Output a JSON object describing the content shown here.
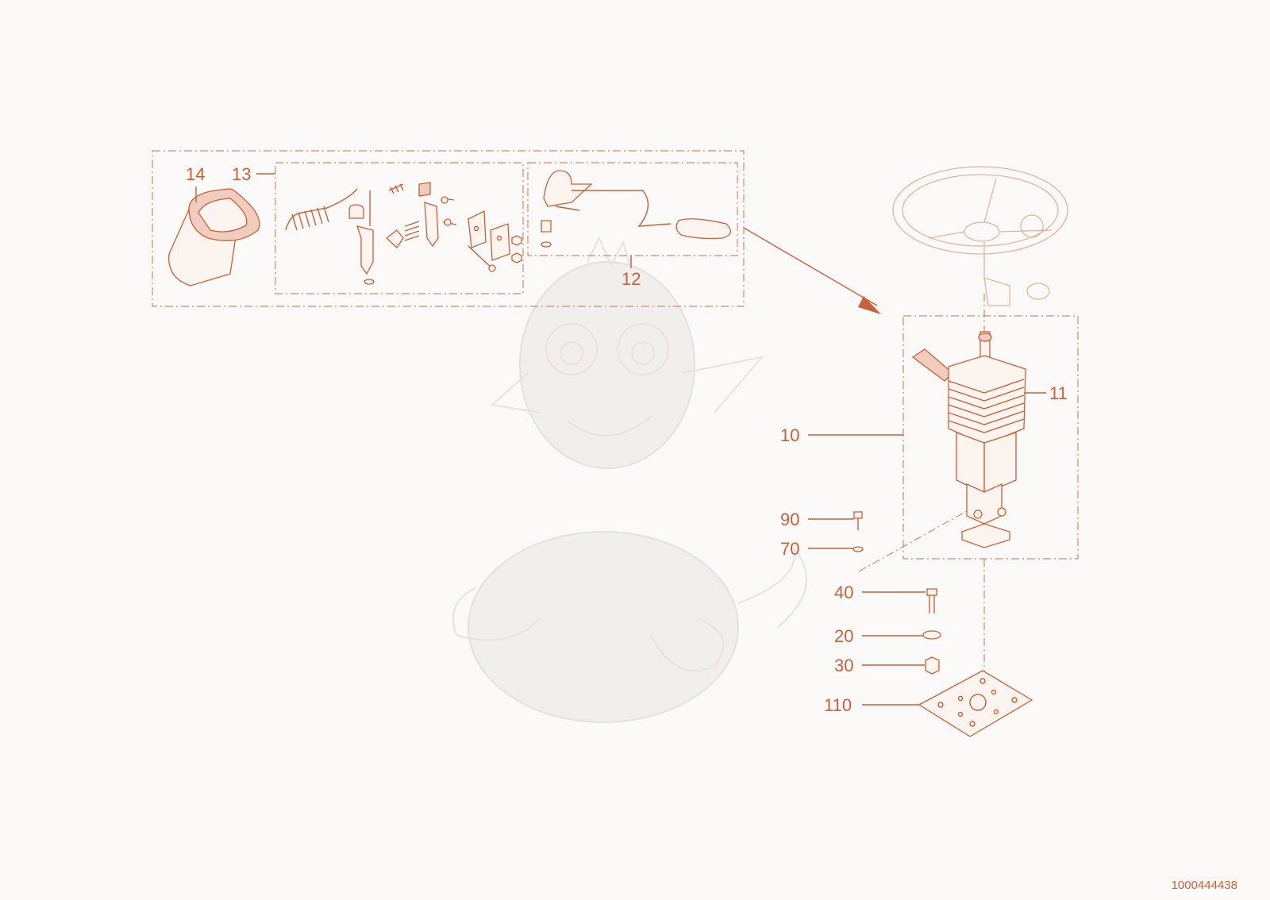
{
  "callouts": {
    "c14": "14",
    "c13": "13",
    "c12": "12",
    "c11": "11",
    "c10": "10",
    "c90": "90",
    "c70": "70",
    "c40": "40",
    "c20": "20",
    "c30": "30",
    "c110": "110"
  },
  "document_number": "1000444438",
  "colors": {
    "line": "#c9603a",
    "background": "#fbfaf8",
    "watermark": "#e6e3de"
  }
}
